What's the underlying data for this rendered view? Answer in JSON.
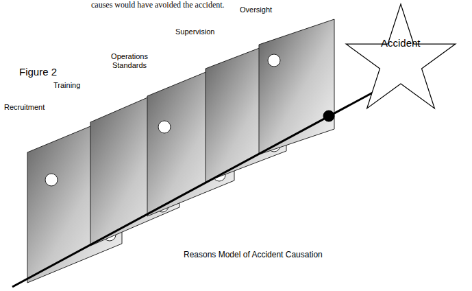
{
  "diagram": {
    "caption": "Reasons Model of Accident Causation",
    "nodes": [
      {
        "text": [
          "Accident"
        ]
      }
    ],
    "labels": [
      "causes would have avoided the accident.",
      "Figure 2",
      "Recruitment",
      "Training",
      "Operations Standards",
      "Supervision",
      "Oversight"
    ]
  }
}
